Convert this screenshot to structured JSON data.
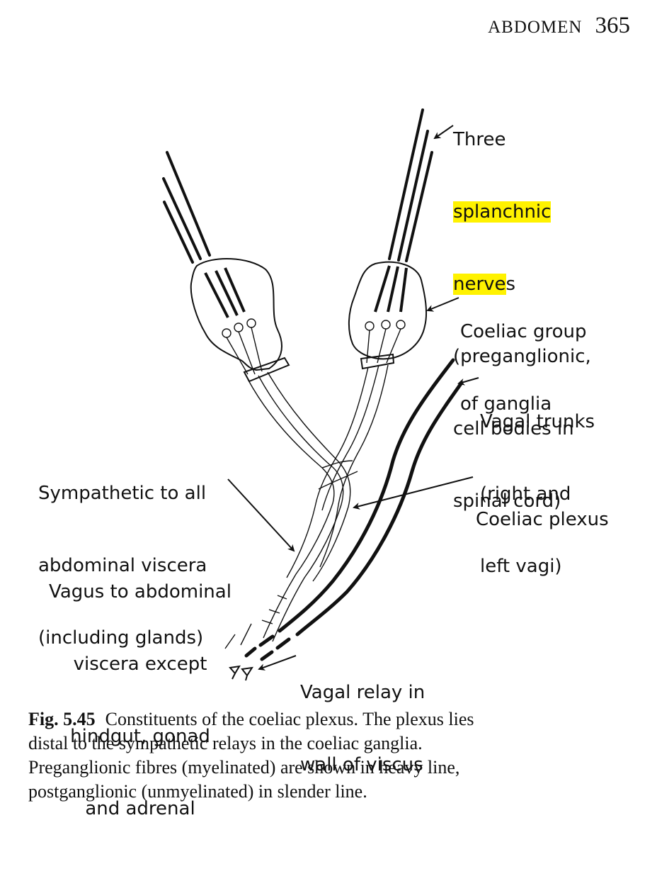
{
  "header": {
    "section": "ABDOMEN",
    "page_number": "365"
  },
  "labels": {
    "splanchnic": {
      "line1": "Three",
      "hl1": "splanchnic",
      "hl2": "nerve",
      "tail2": "s",
      "line3": "(preganglionic,",
      "line4": "cell bodies in",
      "line5": "spinal cord)"
    },
    "coeliac_group": [
      "Coeliac group",
      "of ganglia"
    ],
    "vagal_trunks": [
      "Vagal trunks",
      "(right and",
      "left vagi)"
    ],
    "coeliac_plexus": "Coeliac plexus",
    "sympathetic": [
      "Sympathetic to all",
      "abdominal viscera",
      "(including glands)"
    ],
    "vagus": [
      "Vagus to abdominal",
      "viscera except",
      "hindgut, gonad",
      "and adrenal"
    ],
    "vagal_relay": [
      "Vagal relay in",
      "wall of viscus"
    ]
  },
  "caption": {
    "fig_number": "Fig. 5.45",
    "lines": [
      "Constituents of the coeliac plexus. The plexus lies",
      "distal to the sympathetic relays in the coeliac ganglia.",
      "Preganglionic fibres (myelinated) are shown in heavy line,",
      "postganglionic (unmyelinated) in slender line."
    ]
  },
  "colors": {
    "ink": "#111111",
    "highlight": "#fff200",
    "background": "#ffffff"
  }
}
